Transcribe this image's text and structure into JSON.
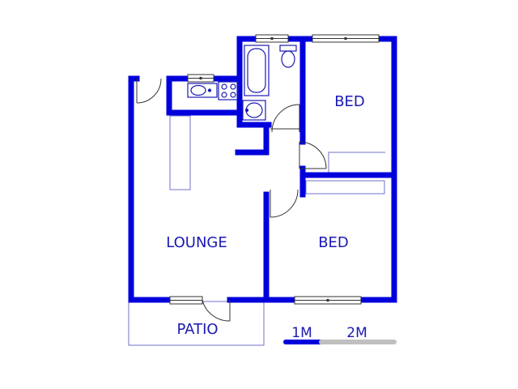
{
  "rooms": {
    "bed_top": "BED",
    "bed_bottom": "BED",
    "lounge": "LOUNGE",
    "patio": "PATIO"
  },
  "scale": {
    "mark_1": "1M",
    "mark_2": "2M"
  },
  "colors": {
    "wall": "#0000dd",
    "fixture": "#1a1ab4",
    "outline": "#6b6bc0",
    "scale_light": "#c0c0c0"
  }
}
